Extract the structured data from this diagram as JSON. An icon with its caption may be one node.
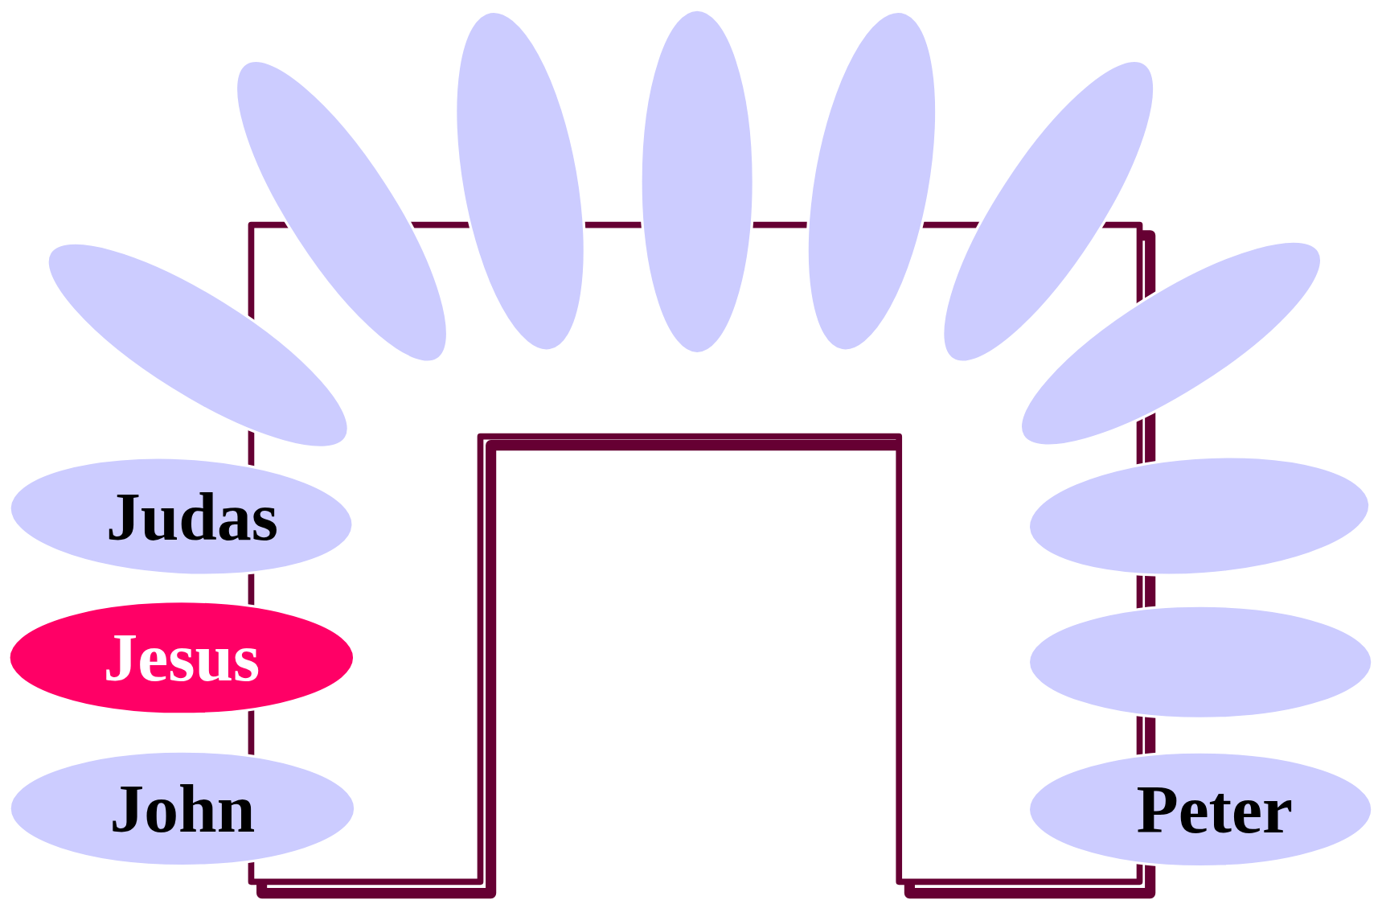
{
  "diagram": {
    "nodes": [
      {
        "text": [],
        "shape": "ellipse"
      },
      {
        "text": [],
        "shape": "ellipse"
      },
      {
        "text": [],
        "shape": "ellipse"
      },
      {
        "text": [],
        "shape": "ellipse"
      },
      {
        "text": [],
        "shape": "ellipse"
      },
      {
        "text": [],
        "shape": "ellipse"
      },
      {
        "text": [],
        "shape": "ellipse"
      },
      {
        "text": [
          "Judas"
        ]
      },
      {
        "text": [],
        "shape": "ellipse"
      },
      {
        "text": [
          "Jesus"
        ]
      },
      {
        "text": [],
        "shape": "ellipse"
      },
      {
        "text": [
          "John"
        ]
      },
      {
        "text": [
          "Peter"
        ]
      }
    ]
  }
}
